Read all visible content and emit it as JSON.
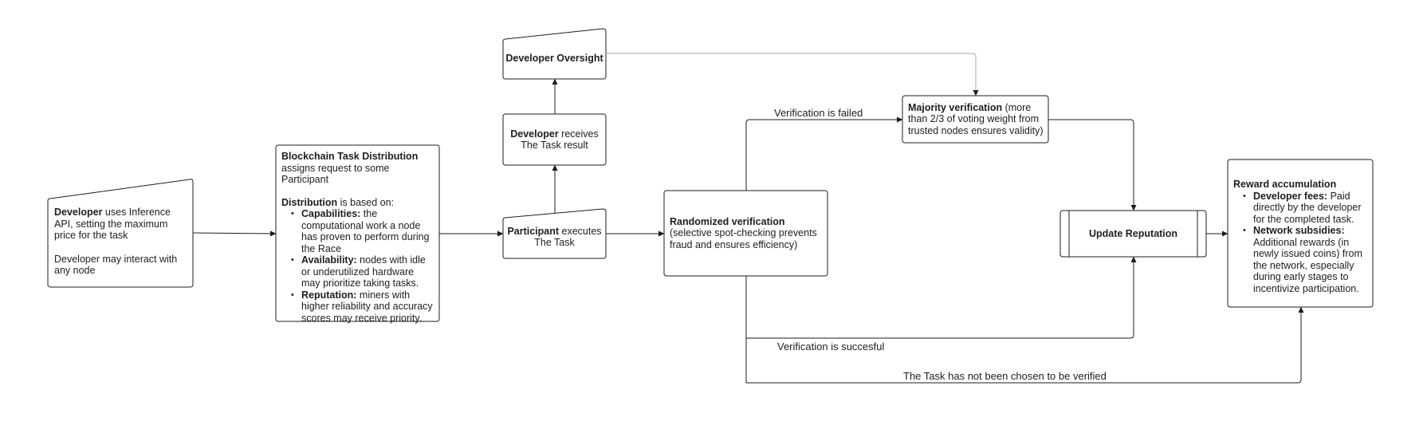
{
  "nodes": {
    "developer": {
      "bold": "Developer",
      "rest": " uses Inference API, setting the maximum price for the task",
      "note": "Developer may interact with any node"
    },
    "distribution": {
      "title": "Blockchain Task Distribution",
      "subtitle": "assigns request to some Participant",
      "based_bold": "Distribution",
      "based_rest": " is based on:",
      "items": [
        {
          "bold": "Capabilities:",
          "text": " the computational work a node has proven to perform during the Race"
        },
        {
          "bold": "Availability:",
          "text": " nodes with idle or underutilized hardware may prioritize taking tasks."
        },
        {
          "bold": "Reputation:",
          "text": " miners with higher reliability and accuracy scores may receive priority."
        }
      ]
    },
    "participant": {
      "bold": "Participant",
      "rest": " executes The Task"
    },
    "dev_receives": {
      "bold": "Developer",
      "rest": " receives The Task result"
    },
    "oversight": {
      "bold": "Developer Oversight"
    },
    "randomized": {
      "bold": "Randomized verification",
      "rest": " (selective spot-checking prevents fraud and ensures efficiency)"
    },
    "majority": {
      "bold": "Majority verification",
      "rest": " (more than 2/3 of voting weight from trusted nodes ensures validity)"
    },
    "update": {
      "bold": "Update Reputation"
    },
    "reward": {
      "title": "Reward accumulation",
      "items": [
        {
          "bold": "Developer fees:",
          "text": " Paid directly by the developer for the completed task."
        },
        {
          "bold": "Network subsidies:",
          "text": " Additional rewards (in newly issued coins) from the network, especially during early stages to incentivize participation."
        }
      ]
    }
  },
  "edge_labels": {
    "failed": "Verification is failed",
    "success": "Verification is succesful",
    "not_chosen": "The Task has not been chosen to be verified"
  }
}
